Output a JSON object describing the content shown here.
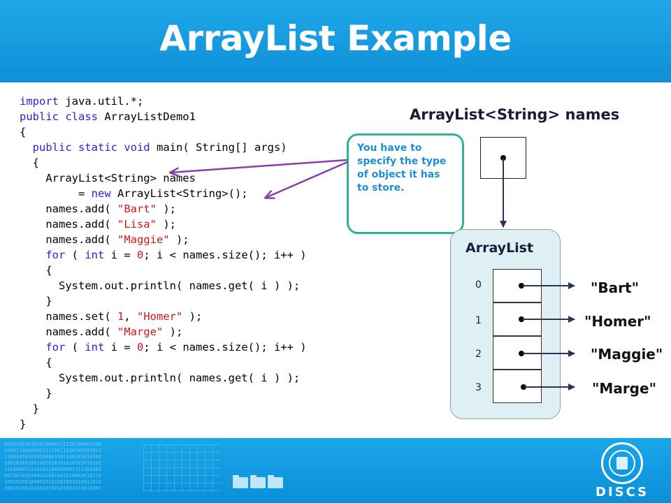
{
  "slide": {
    "title": "ArrayList Example"
  },
  "code": {
    "lines": [
      [
        {
          "t": "import",
          "c": "kw"
        },
        {
          "t": " java.util.*;"
        }
      ],
      [
        {
          "t": "public class",
          "c": "kw"
        },
        {
          "t": " ArrayListDemo1"
        }
      ],
      [
        {
          "t": "{"
        }
      ],
      [
        {
          "t": "  "
        },
        {
          "t": "public static void",
          "c": "kw"
        },
        {
          "t": " main( String[] args)"
        }
      ],
      [
        {
          "t": "  {"
        }
      ],
      [
        {
          "t": "    ArrayList<String> names"
        }
      ],
      [
        {
          "t": "         = "
        },
        {
          "t": "new",
          "c": "kw"
        },
        {
          "t": " ArrayList<String>();"
        }
      ],
      [
        {
          "t": "    names.add( "
        },
        {
          "t": "\"Bart\"",
          "c": "str"
        },
        {
          "t": " );"
        }
      ],
      [
        {
          "t": "    names.add( "
        },
        {
          "t": "\"Lisa\"",
          "c": "str"
        },
        {
          "t": " );"
        }
      ],
      [
        {
          "t": "    names.add( "
        },
        {
          "t": "\"Maggie\"",
          "c": "str"
        },
        {
          "t": " );"
        }
      ],
      [
        {
          "t": "    "
        },
        {
          "t": "for",
          "c": "kw"
        },
        {
          "t": " ( "
        },
        {
          "t": "int",
          "c": "kw"
        },
        {
          "t": " i = "
        },
        {
          "t": "0",
          "c": "num"
        },
        {
          "t": "; i < names.size(); i++ )"
        }
      ],
      [
        {
          "t": "    {"
        }
      ],
      [
        {
          "t": "      System.out.println( names.get( i ) );"
        }
      ],
      [
        {
          "t": "    }"
        }
      ],
      [
        {
          "t": "    names.set( "
        },
        {
          "t": "1",
          "c": "num"
        },
        {
          "t": ", "
        },
        {
          "t": "\"Homer\"",
          "c": "str"
        },
        {
          "t": " );"
        }
      ],
      [
        {
          "t": "    names.add( "
        },
        {
          "t": "\"Marge\"",
          "c": "str"
        },
        {
          "t": " );"
        }
      ],
      [
        {
          "t": "    "
        },
        {
          "t": "for",
          "c": "kw"
        },
        {
          "t": " ( "
        },
        {
          "t": "int",
          "c": "kw"
        },
        {
          "t": " i = "
        },
        {
          "t": "0",
          "c": "num"
        },
        {
          "t": "; i < names.size(); i++ )"
        }
      ],
      [
        {
          "t": "    {"
        }
      ],
      [
        {
          "t": "      System.out.println( names.get( i ) );"
        }
      ],
      [
        {
          "t": "    }"
        }
      ],
      [
        {
          "t": "  }"
        }
      ],
      [
        {
          "t": "}"
        }
      ]
    ]
  },
  "diagram": {
    "variable_label": "ArrayList<String> names",
    "callout_text": "You have to specify the type of object it has to store.",
    "list_title": "ArrayList",
    "items": [
      {
        "index": "0",
        "value": "\"Bart\""
      },
      {
        "index": "1",
        "value": "\"Homer\""
      },
      {
        "index": "2",
        "value": "\"Maggie\""
      },
      {
        "index": "3",
        "value": "\"Marge\""
      }
    ]
  },
  "footer": {
    "logo_text": "DISCS",
    "binary": "001010100101010000111110100001100\n100011001000011110011010100101011\n110010101010100001001100101010100\n100101001001001010101010101010101\n111000011110101100000001111101001\n001001010100101001001010010010110\n100101001000010101001001010011010\n100101001010010100101001010010001"
  },
  "colors": {
    "header": "#1aa3e6",
    "keyword": "#2424d6",
    "string": "#d01818",
    "callout_border": "#2fb39a",
    "callout_text": "#1d8fd6",
    "panel": "#dff0f4"
  }
}
